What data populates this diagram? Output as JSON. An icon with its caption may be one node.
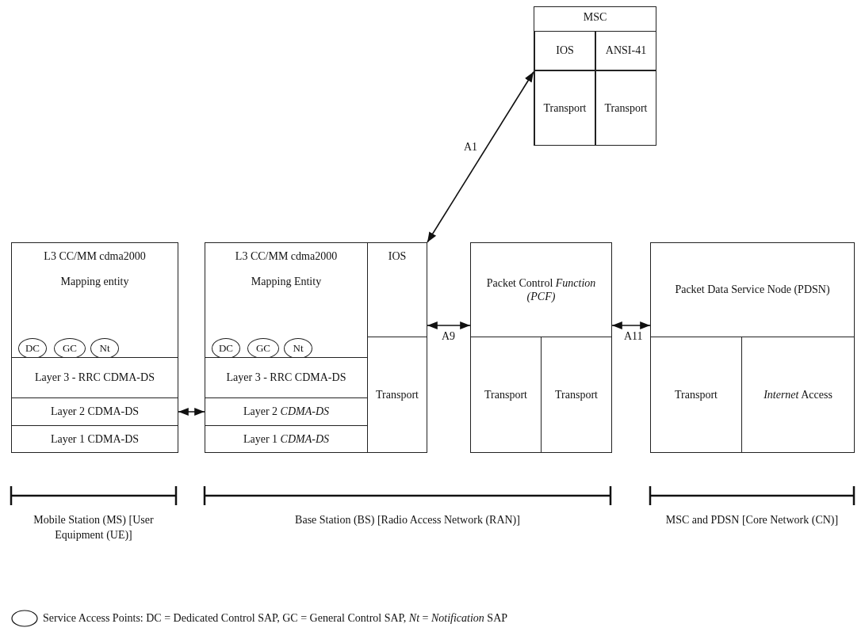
{
  "diagram": {
    "nodes": [
      {
        "text": [
          "MSC"
        ]
      },
      {
        "text": [
          "IOS"
        ],
        "in": 0
      },
      {
        "text": [
          "ANSI-41"
        ],
        "in": 0
      },
      {
        "text": [
          "Transport"
        ],
        "in": 0
      },
      {
        "text": [
          "Transport"
        ],
        "in": 0
      },
      {
        "text": [
          "L3 CC/MM cdma2000",
          "Mapping entity"
        ]
      },
      {
        "text": [
          "DC"
        ],
        "in": 5
      },
      {
        "text": [
          "GC"
        ],
        "in": 5
      },
      {
        "text": [
          "Nt"
        ],
        "in": 5
      },
      {
        "text": [
          "Layer 3 - RRC CDMA-DS"
        ]
      },
      {
        "text": [
          "Layer 2 CDMA-DS"
        ]
      },
      {
        "text": [
          "Layer 1 CDMA-DS"
        ]
      },
      {
        "text": [
          "L3 CC/MM cdma2000",
          "Mapping Entity"
        ]
      },
      {
        "text": [
          "DC"
        ],
        "in": 12
      },
      {
        "text": [
          "GC"
        ],
        "in": 12
      },
      {
        "text": [
          "Nt"
        ],
        "in": 12
      },
      {
        "text": [
          "Layer 3 - RRC CDMA-DS"
        ]
      },
      {
        "text": [
          "Layer 2 *CDMA-DS*"
        ]
      },
      {
        "text": [
          "Layer 1 *CDMA-DS*"
        ]
      },
      {
        "text": [
          "IOS"
        ]
      },
      {
        "text": [
          "Transport"
        ]
      },
      {
        "text": [
          "Packet Control *Function (PCF)*"
        ]
      },
      {
        "text": [
          "Transport"
        ]
      },
      {
        "text": [
          "Transport"
        ]
      },
      {
        "text": [
          "Packet Data Service Node (PDSN)"
        ]
      },
      {
        "text": [
          "Transport"
        ]
      },
      {
        "text": [
          "*Internet* Access"
        ]
      }
    ],
    "edges": [
      {
        "from": 19,
        "to": 0,
        "arrow": "both",
        "label": "A1"
      },
      {
        "from": 10,
        "to": 17,
        "arrow": "both"
      },
      {
        "from": 19,
        "to": 21,
        "arrow": "both",
        "label": "A9"
      },
      {
        "from": 21,
        "to": 24,
        "arrow": "both",
        "label": "A11"
      }
    ],
    "labels": [
      "Mobile Station (MS) [User Equipment (UE)]",
      "Base Station (BS) [Radio Access Network (RAN)]",
      "MSC and PDSN [Core Network (CN)]"
    ],
    "legend": [
      {
        "text": "Service Access Points: DC = Dedicated Control SAP, GC = General Control SAP, *Nt* = *Notification* SAP"
      }
    ]
  }
}
